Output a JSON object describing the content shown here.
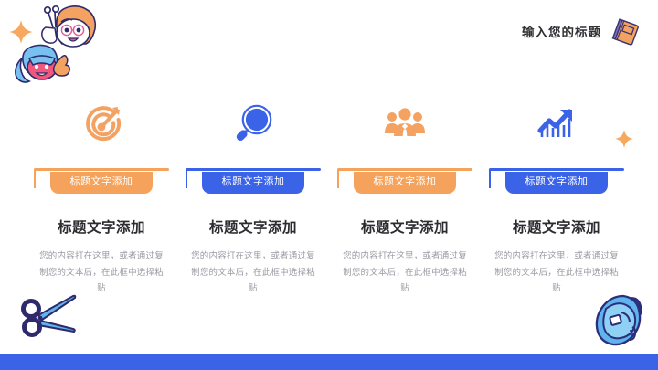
{
  "palette": {
    "orange": "#f5a35c",
    "orange_light": "#f7ad6b",
    "blue": "#3b63e8",
    "blue_bar": "#3b63e8",
    "heading": "#2b2b30",
    "body_text": "#9a9aa3",
    "background": "#ffffff"
  },
  "header": {
    "title": "输入您的标题",
    "icon": "book-icon"
  },
  "decorations": [
    {
      "name": "cartoon-faces-illustration",
      "position": "top-left"
    },
    {
      "name": "sparkle-icon",
      "position": "top-left"
    },
    {
      "name": "sparkle-icon",
      "position": "right-middle"
    },
    {
      "name": "scissors-illustration",
      "position": "bottom-left"
    },
    {
      "name": "backpack-illustration",
      "position": "bottom-right"
    }
  ],
  "columns": [
    {
      "icon": "target-arrow-icon",
      "accent": "#f5a35c",
      "badge": "标题文字添加",
      "heading": "标题文字添加",
      "body": "您的内容打在这里，或者通过复制您的文本后，在此框中选择粘贴"
    },
    {
      "icon": "magnifier-icon",
      "accent": "#3b63e8",
      "badge": "标题文字添加",
      "heading": "标题文字添加",
      "body": "您的内容打在这里，或者通过复制您的文本后，在此框中选择粘贴"
    },
    {
      "icon": "people-group-icon",
      "accent": "#f5a35c",
      "badge": "标题文字添加",
      "heading": "标题文字添加",
      "body": "您的内容打在这里，或者通过复制您的文本后，在此框中选择粘贴"
    },
    {
      "icon": "growth-chart-icon",
      "accent": "#3b63e8",
      "badge": "标题文字添加",
      "heading": "标题文字添加",
      "body": "您的内容打在这里，或者通过复制您的文本后，在此框中选择粘贴"
    }
  ]
}
